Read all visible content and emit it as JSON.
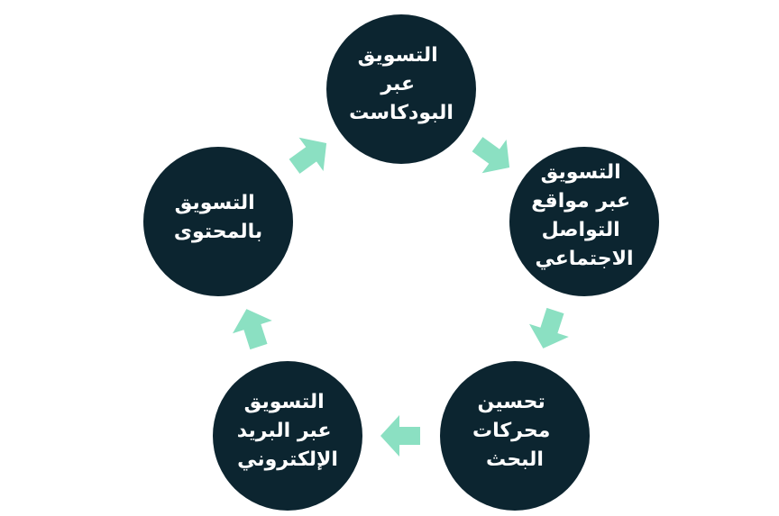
{
  "colors": {
    "node_fill": "#0c2530",
    "node_text": "#ffffff",
    "arrow_fill": "#8be0c2",
    "background": "#ffffff"
  },
  "diagram": {
    "type": "cycle",
    "nodes": [
      {
        "id": "podcast",
        "lines": [
          "التسويق",
          "عبر",
          "البودكاست"
        ]
      },
      {
        "id": "social",
        "lines": [
          "التسويق",
          "عبر مواقع",
          "التواصل",
          "الاجتماعي"
        ]
      },
      {
        "id": "seo",
        "lines": [
          "تحسين",
          "محركات",
          "البحث"
        ]
      },
      {
        "id": "email",
        "lines": [
          "التسويق",
          "عبر البريد",
          "الإلكتروني"
        ]
      },
      {
        "id": "content",
        "lines": [
          "التسويق",
          "بالمحتوى"
        ]
      }
    ],
    "flow": [
      {
        "from": "podcast",
        "to": "social"
      },
      {
        "from": "social",
        "to": "seo"
      },
      {
        "from": "seo",
        "to": "email"
      },
      {
        "from": "email",
        "to": "content"
      },
      {
        "from": "content",
        "to": "podcast"
      }
    ]
  }
}
